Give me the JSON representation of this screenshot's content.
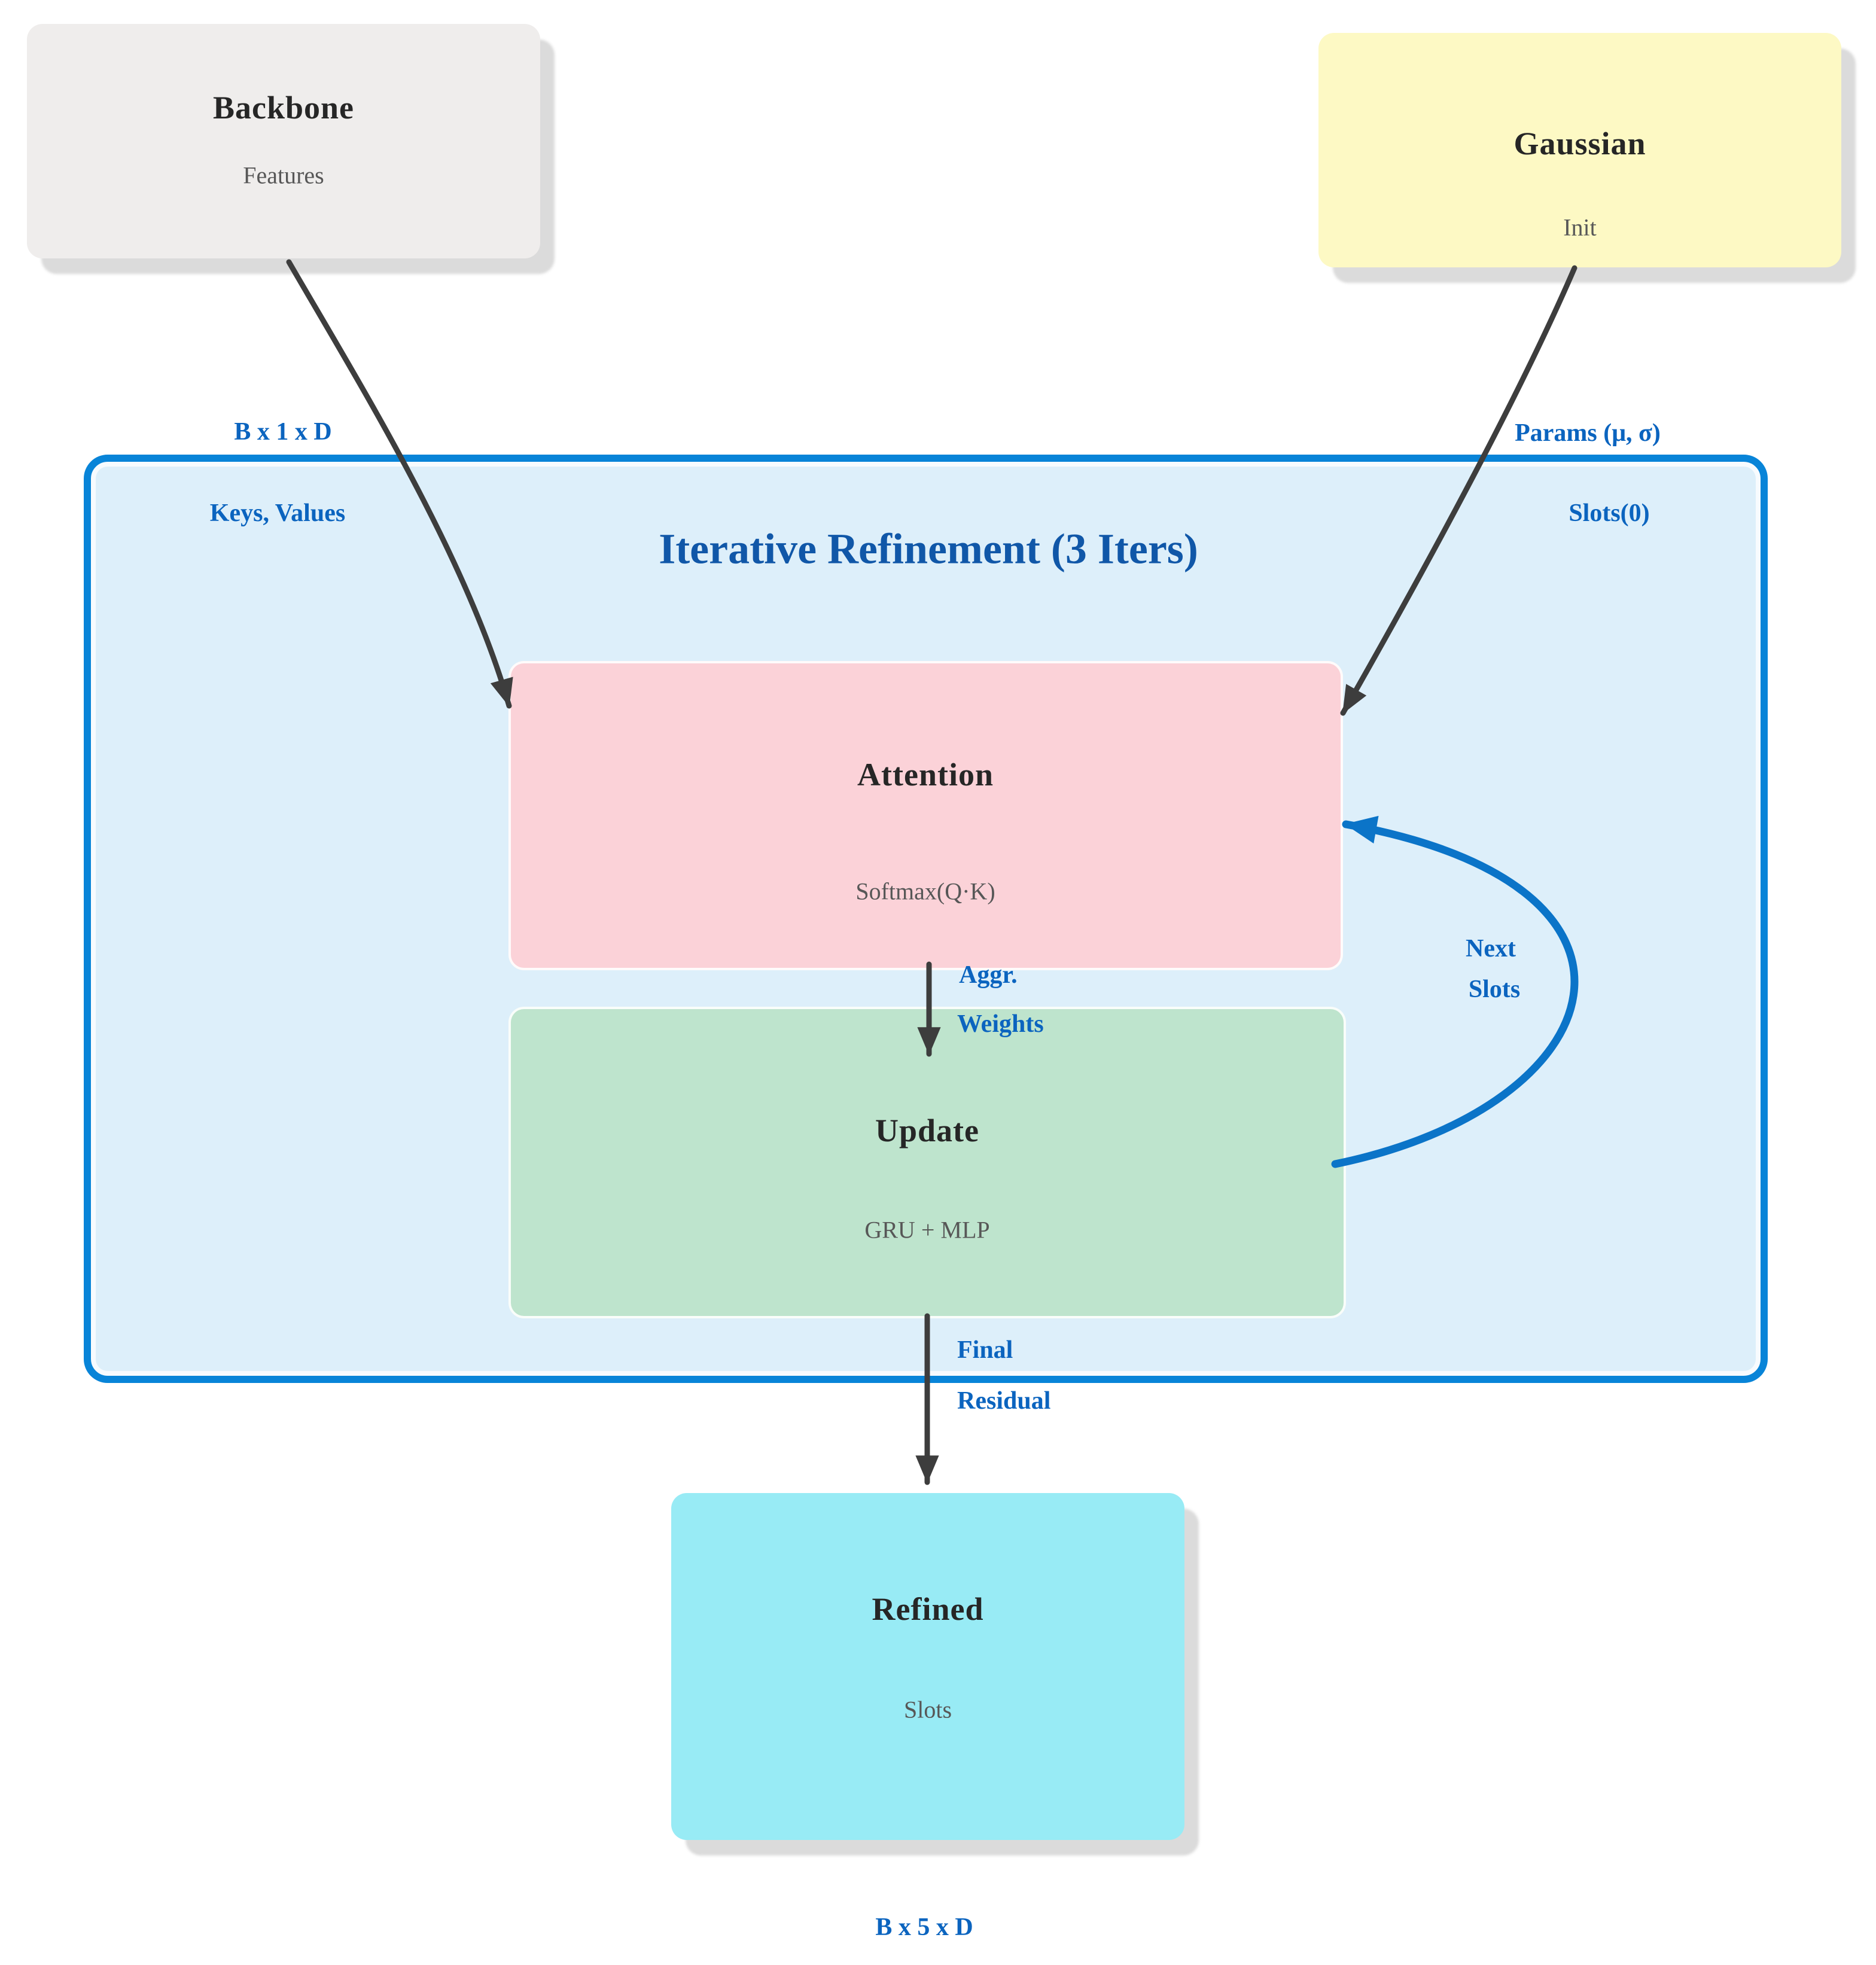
{
  "colors": {
    "container_fill": "#ddeffa",
    "container_border": "#0884d8",
    "backbone_fill": "#efedec",
    "gaussian_fill": "#fdf9c4",
    "attention_fill": "#fbd2d8",
    "update_fill": "#bee4cd",
    "refined_fill": "#98ebf5",
    "label_blue": "#0b64bf",
    "title_blue": "#1057a8",
    "arrow_dark": "#3d3d3d",
    "arrow_blue": "#0b74c8"
  },
  "container": {
    "title": "Iterative Refinement (3 Iters)"
  },
  "boxes": {
    "backbone": {
      "title": "Backbone",
      "subtitle": "Features"
    },
    "gaussian": {
      "title": "Gaussian",
      "subtitle": "Init"
    },
    "attention": {
      "title": "Attention",
      "subtitle": "Softmax(Q·K)"
    },
    "update": {
      "title": "Update",
      "subtitle": "GRU + MLP"
    },
    "refined": {
      "title": "Refined",
      "subtitle": "Slots"
    }
  },
  "labels": {
    "backbone_dim": "B x 1 x D",
    "keys_values": "Keys, Values",
    "params": "Params (μ, σ)",
    "slots0": "Slots(0)",
    "aggr": "Aggr.",
    "weights": "Weights",
    "next": "Next",
    "next_slots": "Slots",
    "final": "Final",
    "residual": "Residual",
    "refined_dim": "B x 5 x D"
  }
}
